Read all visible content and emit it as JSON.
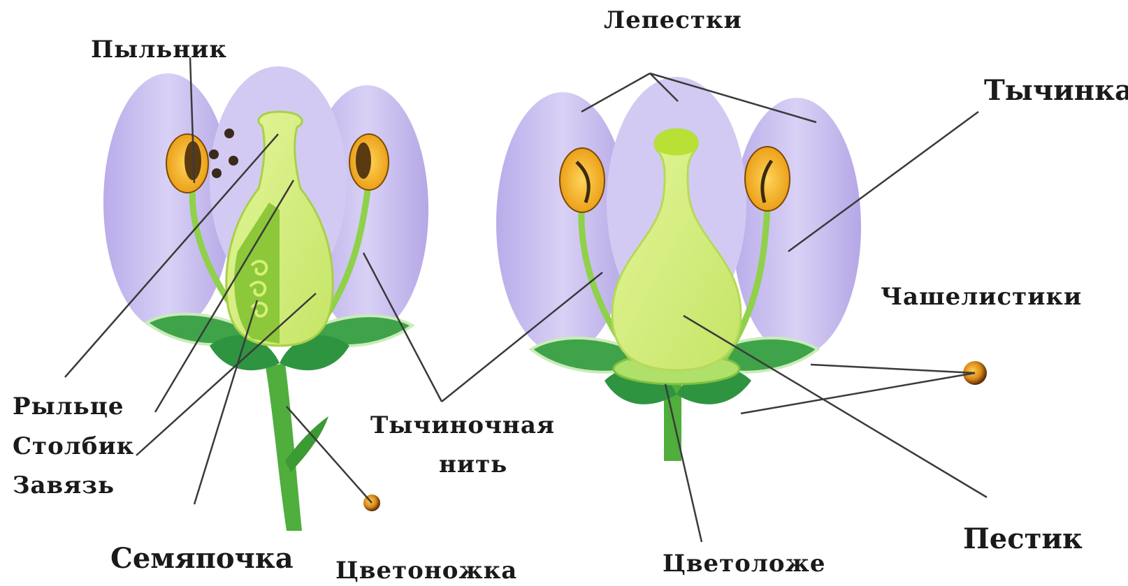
{
  "labels": {
    "anther": "Пыльник",
    "petals": "Лепестки",
    "stamen": "Тычинка",
    "sepals": "Чашелистики",
    "stigma": "Рыльце",
    "style": "Столбик",
    "ovary": "Завязь",
    "filament_line1": "Тычиночная",
    "filament_line2": "нить",
    "ovule": "Семяпочка",
    "pedicel": "Цветоножка",
    "receptacle": "Цветоложе",
    "pistil": "Пестик"
  },
  "colors": {
    "petal": "#c9bfee",
    "petal_edge": "#b3a6e4",
    "sepal": "#3f9f48",
    "stem": "#56b43f",
    "filament": "#8ccf4a",
    "pistil": "#d6ef7a",
    "anther": "#f2a817",
    "line": "#3a3a3a"
  }
}
